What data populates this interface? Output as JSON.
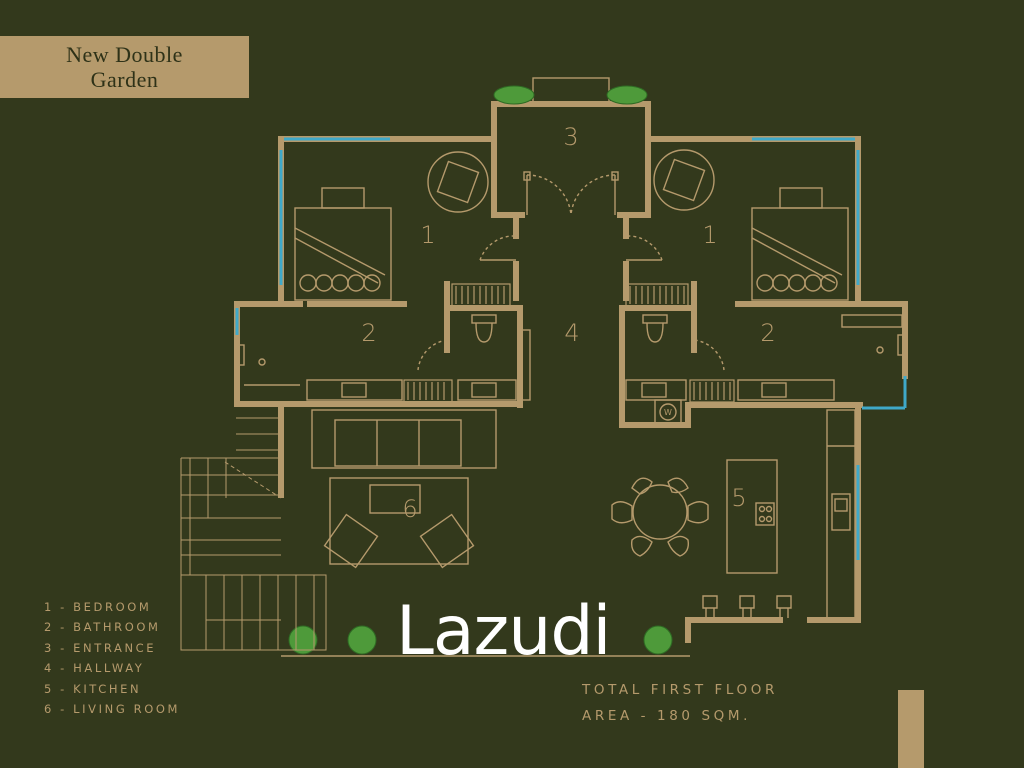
{
  "title": {
    "line1": "New Double",
    "line2": "Garden"
  },
  "room_numbers": {
    "bedroom_left": "1",
    "bedroom_right": "1",
    "bathroom_left": "2",
    "bathroom_right": "2",
    "entrance": "3",
    "hallway": "4",
    "kitchen": "5",
    "living_room": "6"
  },
  "washer_label": "W",
  "legend": [
    "1 - BEDROOM",
    "2 - BATHROOM",
    "3 - ENTRANCE",
    "4 - HALLWAY",
    "5 - KITCHEN",
    "6 - LIVING ROOM"
  ],
  "total_area": {
    "line1": "TOTAL FIRST FLOOR",
    "line2": "AREA - 180 SQM."
  },
  "watermark": "Lazudi",
  "colors": {
    "background": "#33391c",
    "wall": "#b59a6c",
    "window": "#3fa9c9",
    "plant": "#4e9a3a",
    "title_text": "#2e3218",
    "watermark": "#ffffff"
  }
}
